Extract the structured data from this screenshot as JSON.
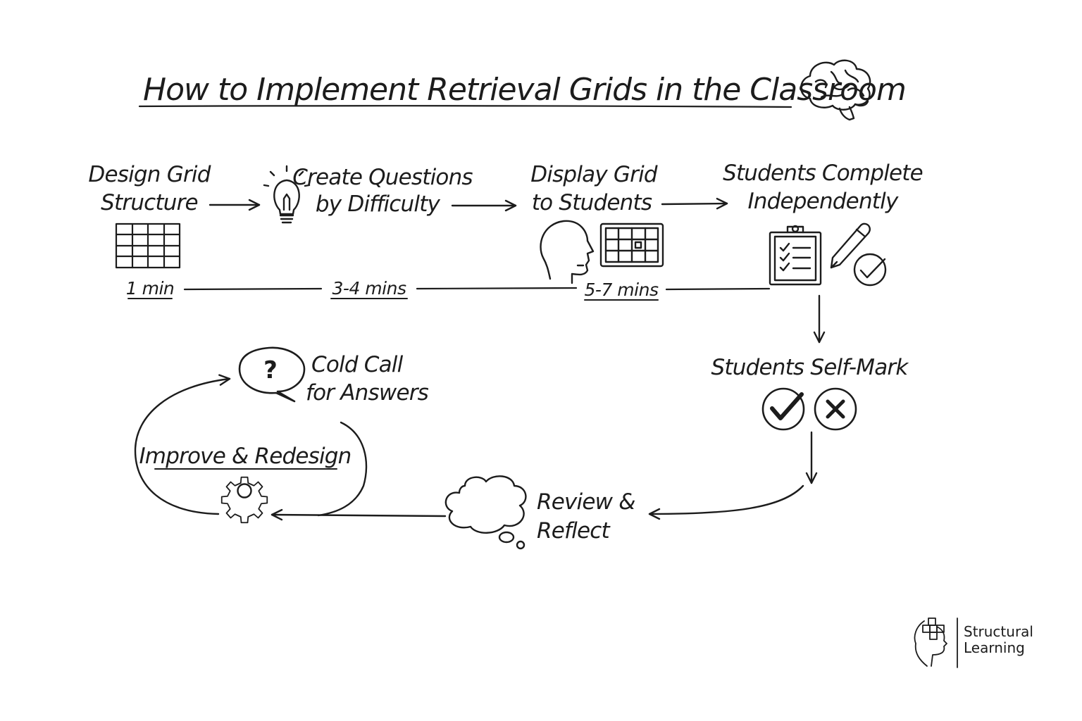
{
  "title": "How to Implement Retrieval Grids in the Classroom",
  "steps": {
    "design": {
      "line1": "Design Grid",
      "line2": "Structure"
    },
    "create": {
      "line1": "Create Questions",
      "line2": "by Difficulty"
    },
    "display": {
      "line1": "Display Grid",
      "line2": "to Students"
    },
    "complete": {
      "line1": "Students Complete",
      "line2": "Independently"
    },
    "selfmark": {
      "line1": "Students Self-Mark"
    },
    "review": {
      "line1": "Review &",
      "line2": "Reflect"
    },
    "improve": {
      "line1": "Improve & Redesign"
    },
    "coldcall": {
      "line1": "Cold Call",
      "line2": "for Answers"
    }
  },
  "timings": [
    "1 min",
    "3-4 mins",
    "5-7 mins"
  ],
  "icons": {
    "title": "brain-icon",
    "design": "grid-icon",
    "create": "lightbulb-icon",
    "display": "head-and-screen-icon",
    "complete": "clipboard-pencil-check-icon",
    "selfmark": "check-and-cross-icon",
    "review": "thought-cloud-icon",
    "improve": "gear-icon",
    "coldcall": "question-bubble-icon"
  },
  "logo": {
    "line1": "Structural",
    "line2": "Learning"
  }
}
